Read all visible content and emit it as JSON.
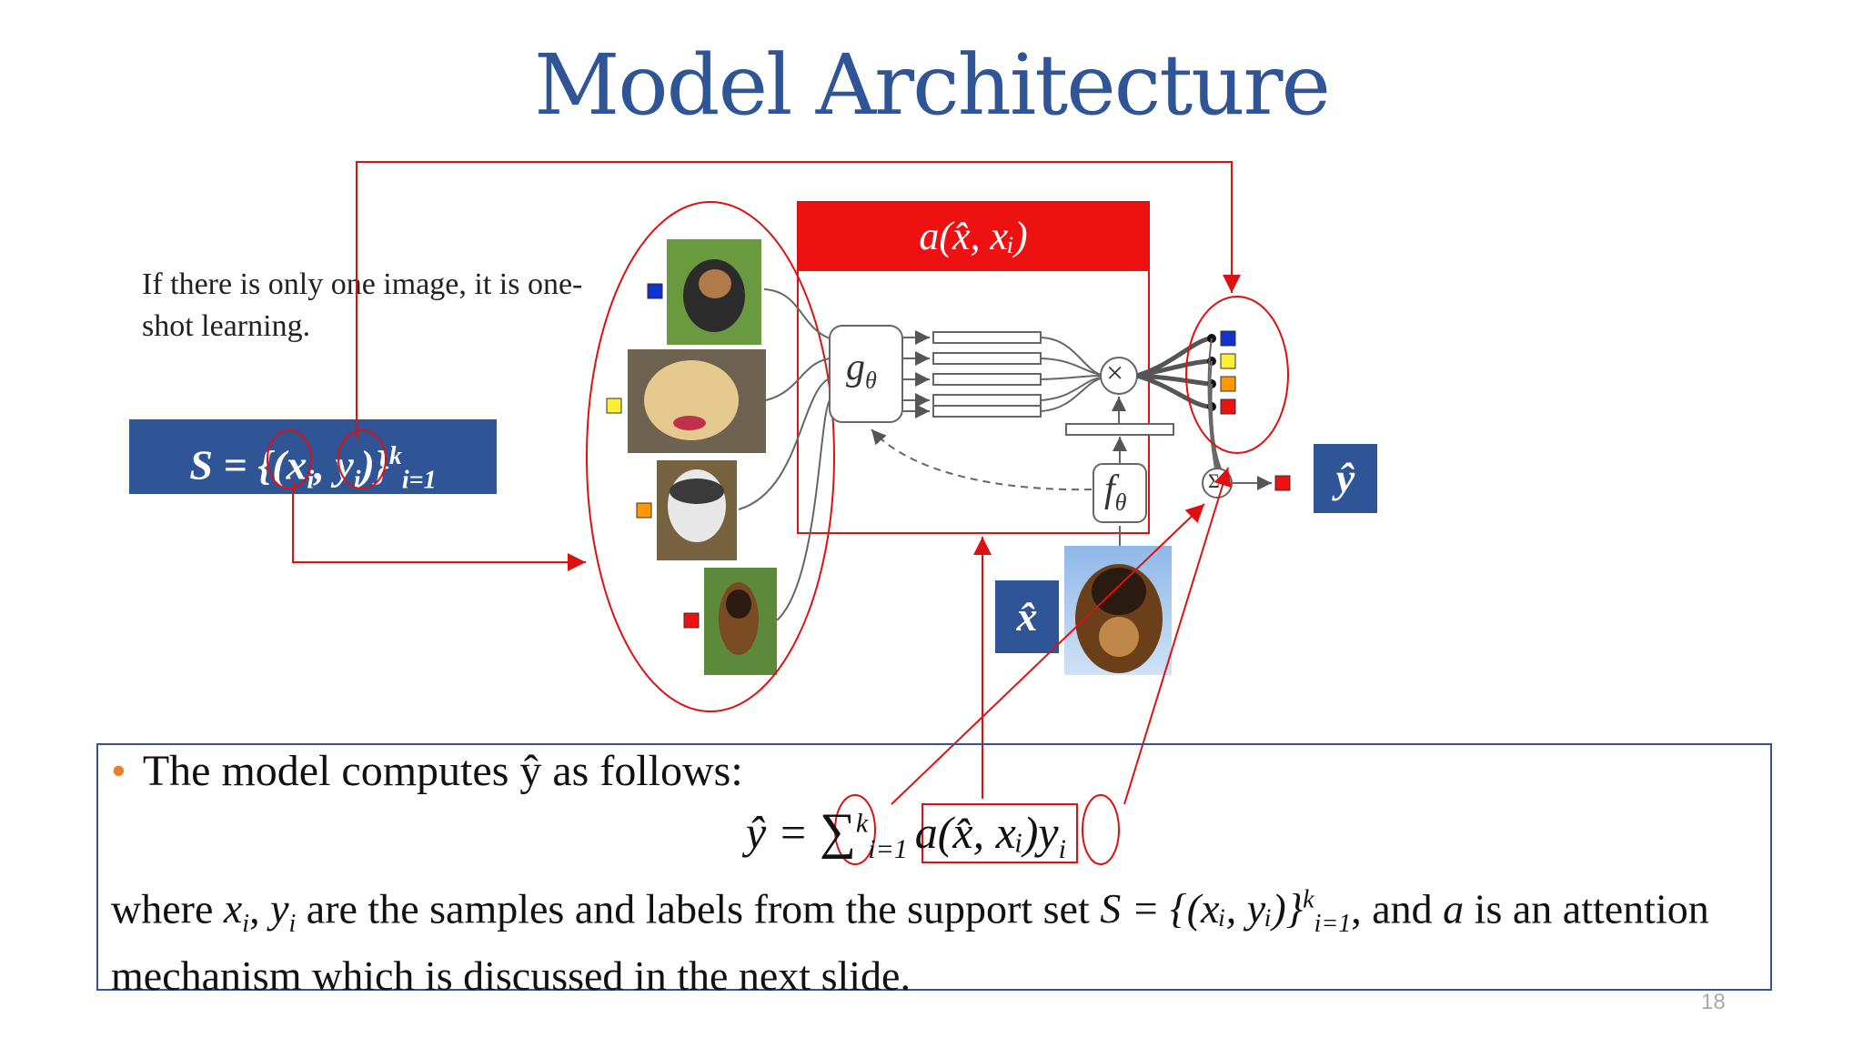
{
  "slide": {
    "title": "Model Architecture",
    "note": "If there is only one image, it is one-shot learning.",
    "support_set": {
      "s": "S",
      "eq": " = {(",
      "x": "x",
      "xi": "i",
      "comma": ", ",
      "y": "y",
      "yi": "i",
      "close": ")}",
      "sup": "k",
      "sub": "i=1"
    },
    "yhat_label": "ŷ",
    "xhat_label": "x̂",
    "attention_header": "a(x̂, xᵢ)",
    "g_label": "g",
    "g_sub": "θ",
    "f_label": "f",
    "f_sub": "θ",
    "multiply_symbol": "×",
    "sum_symbol": "Σ",
    "bullet": {
      "dot": "•",
      "text": "The model computes ŷ as follows:"
    },
    "formula": {
      "lhs": "ŷ = ",
      "sum": "∑",
      "sum_sup": "k",
      "sum_sub": "i=1",
      "attention": "a(x̂, xᵢ)",
      "label": "y",
      "label_sub": "i"
    },
    "description": {
      "p1": "where ",
      "x": "x",
      "x_sub": "i",
      "sep": ", ",
      "y": "y",
      "y_sub": "i",
      "p2": " are the samples and labels from the support set ",
      "set": "S = {(xᵢ, yᵢ)}",
      "set_sup": "k",
      "set_sub": "i=1",
      "p3": ", and ",
      "a": "a",
      "p4": " is an attention mechanism which is discussed in the next slide."
    },
    "page_number": "18"
  },
  "colors": {
    "title_blue": "#2f5596",
    "accent_red": "#ee1111",
    "annotation_red": "#dd1111",
    "bullet_orange": "#ed7d31",
    "swatch_blue": "#1133cc",
    "swatch_yellow": "#ffee33",
    "swatch_orange": "#ff9900",
    "swatch_red": "#ee1111"
  },
  "support_images": [
    {
      "name": "small-dog-photo",
      "swatch": "#1133cc"
    },
    {
      "name": "labrador-photo",
      "swatch": "#ffee33"
    },
    {
      "name": "husky-photo",
      "swatch": "#ff9900"
    },
    {
      "name": "shepherd-photo",
      "swatch": "#ee1111"
    }
  ]
}
